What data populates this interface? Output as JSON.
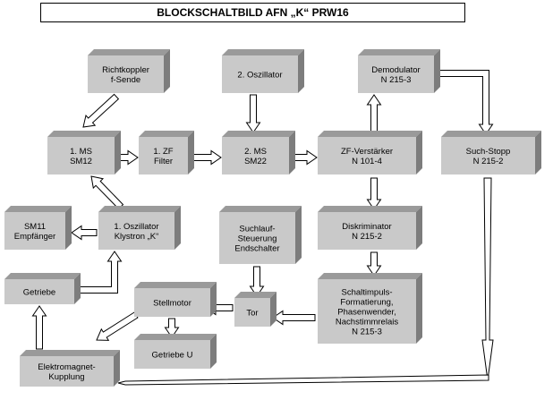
{
  "title": "BLOCKSCHALTBILD AFN „K“ PRW16",
  "colors": {
    "block_fill": "#c9c9c9",
    "block_top": "#9a9a9a",
    "block_side": "#7d7d7d",
    "arrow_fill": "#ffffff",
    "arrow_stroke": "#000000"
  },
  "blocks": [
    {
      "id": "richtkoppler",
      "lines": [
        "Richtkoppler",
        "f-Sende"
      ]
    },
    {
      "id": "oszillator2",
      "lines": [
        "2. Oszillator"
      ]
    },
    {
      "id": "demodulator",
      "lines": [
        "Demodulator",
        "N 215-3"
      ]
    },
    {
      "id": "ms1",
      "lines": [
        "1. MS",
        "SM12"
      ]
    },
    {
      "id": "zf1",
      "lines": [
        "1. ZF",
        "Filter"
      ]
    },
    {
      "id": "ms2",
      "lines": [
        "2. MS",
        "SM22"
      ]
    },
    {
      "id": "zfverst",
      "lines": [
        "ZF-Verstärker",
        "N 101-4"
      ]
    },
    {
      "id": "suchstopp",
      "lines": [
        "Such-Stopp",
        "N 215-2"
      ]
    },
    {
      "id": "sm11",
      "lines": [
        "SM11",
        "Empfänger"
      ]
    },
    {
      "id": "oszillator1",
      "lines": [
        "1. Oszillator",
        "Klystron „K“"
      ]
    },
    {
      "id": "suchlauf",
      "lines": [
        "Suchlauf-",
        "Steuerung",
        "Endschalter"
      ]
    },
    {
      "id": "diskriminator",
      "lines": [
        "Diskriminator",
        "N 215-2"
      ]
    },
    {
      "id": "getriebe",
      "lines": [
        "Getriebe"
      ]
    },
    {
      "id": "stellmotor",
      "lines": [
        "Stellmotor"
      ]
    },
    {
      "id": "tor",
      "lines": [
        "Tor"
      ]
    },
    {
      "id": "schaltimpuls",
      "lines": [
        "Schaltimpuls-",
        "Formatierung,",
        "Phasenwender,",
        "Nachstimmrelais",
        "N 215-3"
      ]
    },
    {
      "id": "getriebe_u",
      "lines": [
        "Getriebe U"
      ]
    },
    {
      "id": "elektromagnet",
      "lines": [
        "Elektromagnet-",
        "Kupplung"
      ]
    }
  ]
}
